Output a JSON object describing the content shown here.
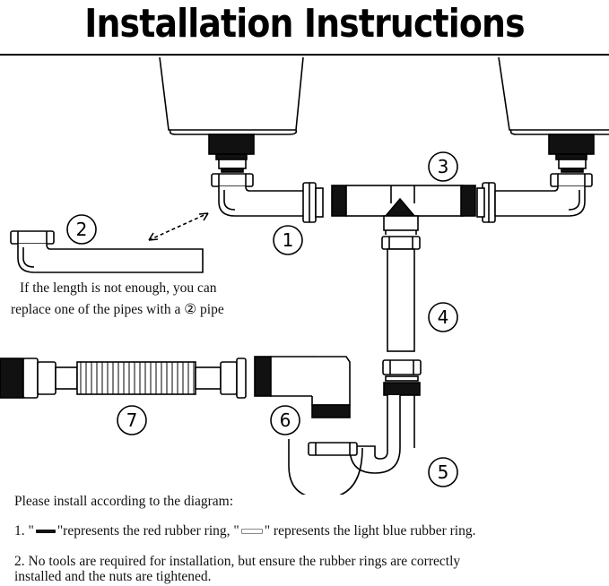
{
  "title": "Installation Instructions",
  "labels": {
    "l1": "1",
    "l2": "2",
    "l3": "3",
    "l4": "4",
    "l5": "5",
    "l6": "6",
    "l7": "7"
  },
  "note": {
    "line1": "If the length is not enough, you can",
    "line2": "replace one of the pipes with a ② pipe"
  },
  "instructions": {
    "intro": "Please install according to the diagram:",
    "item1_prefix": "1. \"",
    "item1_mid": "\"represents the red rubber ring, \"",
    "item1_suffix": "\" represents the light blue rubber ring.",
    "item2_line1": "2. No tools are required for installation, but ensure the rubber rings are correctly",
    "item2_line2": "installed and the nuts are tightened."
  }
}
